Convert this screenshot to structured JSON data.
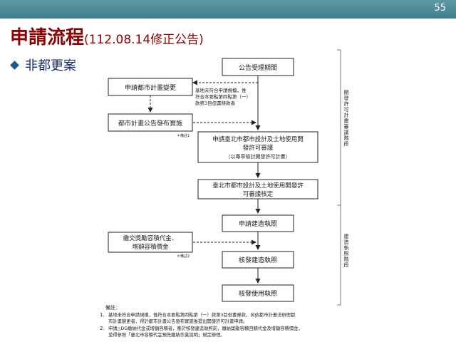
{
  "slide": {
    "page_number": "55",
    "title_main": "申請流程",
    "title_sub": "(112.08.14修正公告)",
    "bullet": "非都更案"
  },
  "flowchart": {
    "boxes": {
      "b1": "公告受理期間",
      "b2": "申請都市計畫變更",
      "b3": "都市計畫公告發布實施",
      "b4_line1": "申請臺北市都市設計及土地使用開",
      "b4_line2": "發許可審議",
      "b4_line3": "（以專章檢討開發許可計畫）",
      "b5_line1": "臺北市都市設計及土地使用開發許",
      "b5_line2": "可審議核定",
      "b6": "申請建造執照",
      "b7_line1": "繳交獎勵容積代金、",
      "b7_line2": "增額容積價金",
      "b8": "核發建造執照",
      "b9": "核發使用執照"
    },
    "annotation_line1": "基地未符合申請規模，惟",
    "annotation_line2": "符合本要點第四點第（一）",
    "annotation_line3": "款第3目但書條款者",
    "note_mark_1": "＊備註1",
    "note_mark_2": "＊備註2",
    "phase_upper": "開發許可計畫審議階段",
    "phase_lower": "建造執照階段"
  },
  "notes": {
    "heading": "備註：",
    "n1_num": "1.",
    "n1_line1": "基地未符合申請規模，惟符合本要點第四點第（一）款第3目但書條款，另依都市計畫法辦理都",
    "n1_line2": "市計畫變更者，得於都市計畫公告發布實施後提出開發許可計畫申請。",
    "n2_num": "2.",
    "n2_line1": "申請△DG繳納代金或增額容積者，應於核發建造執照前，繳納獎勵容積回饋代金及增額容積價金，",
    "n2_line2": "並得參照「臺北市容積代金預先繳納作業說明」規定辦理。"
  },
  "colors": {
    "header_bar": "#4a8a96",
    "title_text": "#8b0000",
    "bullet_text": "#1a2f6b"
  }
}
